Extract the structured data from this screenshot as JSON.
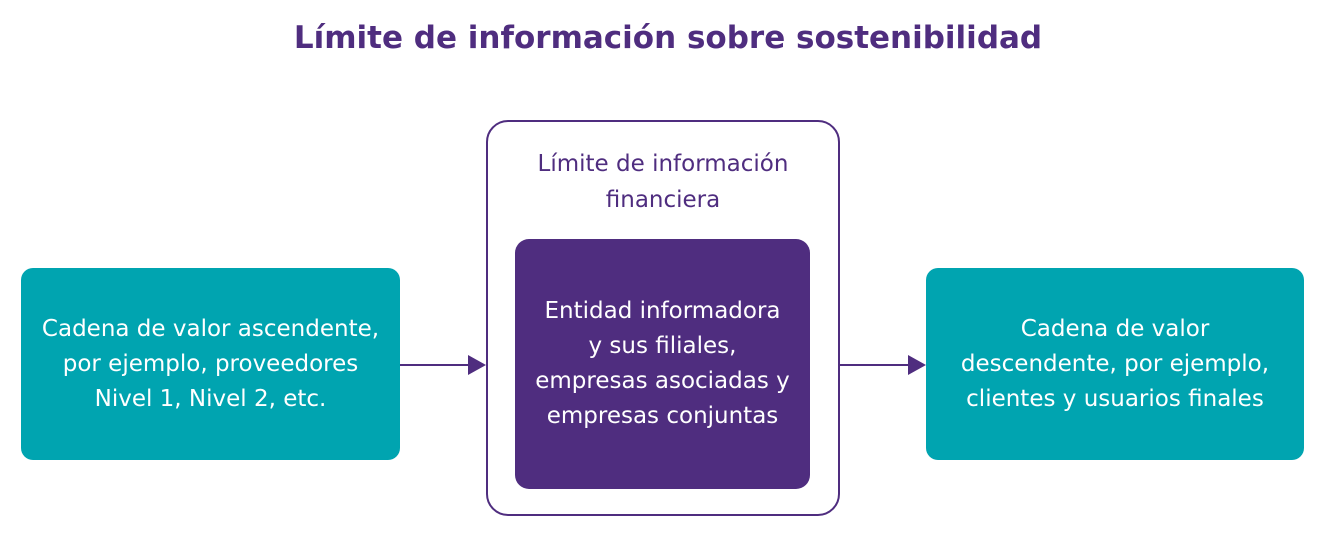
{
  "title": "Límite de información sobre sostenibilidad",
  "left_box": "Cadena de valor ascendente, por ejemplo, proveedores Nivel 1, Nivel 2, etc.",
  "financial_boundary_label": "Límite de información financiera",
  "inner_box": "Entidad informadora y sus filiales, empresas asociadas y empresas conjuntas",
  "right_box": "Cadena de valor descendente, por ejemplo, clientes y usuarios finales",
  "colors": {
    "purple": "#4f2d7f",
    "teal": "#00a4b0"
  }
}
